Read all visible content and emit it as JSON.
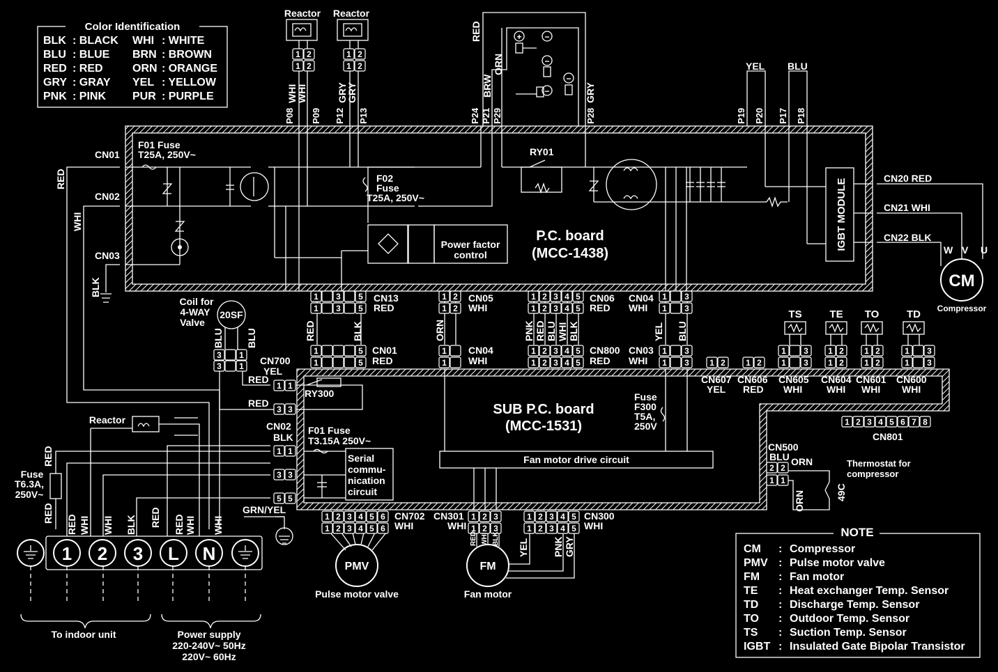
{
  "legend": {
    "title": "Color Identification",
    "rows": [
      [
        "BLK",
        ": BLACK",
        "WHI",
        ": WHITE"
      ],
      [
        "BLU",
        ": BLUE",
        "BRN",
        ": BROWN"
      ],
      [
        "RED",
        ": RED",
        "ORN",
        ": ORANGE"
      ],
      [
        "GRY",
        ": GRAY",
        "YEL",
        ": YELLOW"
      ],
      [
        "PNK",
        ": PINK",
        "PUR",
        ": PURPLE"
      ]
    ]
  },
  "main_board": {
    "title": "P.C. board",
    "model": "(MCC-1438)"
  },
  "sub_board": {
    "title": "SUB P.C. board",
    "model": "(MCC-1531)"
  },
  "reactors": {
    "a": "Reactor",
    "b": "Reactor",
    "c": "Reactor"
  },
  "labels": {
    "f01": "F01 Fuse",
    "f01_rating": "T25A, 250V~",
    "f02": "F02",
    "f02_b": "Fuse",
    "f02_rating": "T25A, 250V~",
    "ry01": "RY01",
    "pfc": "Power factor",
    "pfc_b": "control",
    "igbt": "IGBT MODULE",
    "cn20": "CN20 RED",
    "cn21": "CN21 WHI",
    "cn22": "CN22 BLK",
    "cm": "CM",
    "compressor": "Compressor",
    "coil": "Coil for",
    "coil_b": "4-WAY",
    "coil_c": "Valve",
    "sf": "20SF",
    "ry300": "RY300",
    "sub_f01": "F01 Fuse",
    "sub_f01_rating": "T3.15A 250V~",
    "serial": "Serial",
    "serial_b": "commu-",
    "serial_c": "nication",
    "serial_d": "circuit",
    "fuse_f300": "Fuse",
    "fuse_f300_b": "F300",
    "fuse_f300_c": "T5A,",
    "fuse_f300_d": "250V",
    "fan_drive": "Fan motor drive circuit",
    "fuse_t63": "Fuse",
    "fuse_t63_b": "T6.3A,",
    "fuse_t63_c": "250V~",
    "grn": "GRN/YEL",
    "pmv": "PMV",
    "pmv_name": "Pulse motor valve",
    "fm": "FM",
    "fm_name": "Fan motor",
    "thermo": "Thermostat for",
    "thermo_b": "compressor",
    "c49": "49C",
    "indoor": "To indoor unit",
    "power": "Power supply",
    "power_b": "220-240V~ 50Hz",
    "power_c": "220V~ 60Hz",
    "cn01": "CN01",
    "cn02": "CN02",
    "cn03": "CN03",
    "cn801": "CN801",
    "cn500": "CN500",
    "cn500_b": "BLU",
    "cn700": "CN700",
    "cn700_b": "YEL",
    "sub_cn02": "CN02",
    "sub_cn02_b": "BLK"
  },
  "terminals": [
    "1",
    "2",
    "3",
    "L",
    "N"
  ],
  "wire_colors": {
    "red": "RED",
    "whi": "WHI",
    "blk": "BLK",
    "gry": "GRY",
    "orn": "ORN",
    "yel": "YEL",
    "blu": "BLU",
    "brw": "BRW",
    "pnk": "PNK"
  },
  "pins": {
    "p08": "P08",
    "p09": "P09",
    "p12": "P12",
    "p13": "P13",
    "p24": "P24",
    "p21": "P21",
    "p29": "P29",
    "p28": "P28",
    "p19": "P19",
    "p20": "P20",
    "p17": "P17",
    "p18": "P18"
  },
  "connectors": {
    "cn13": "CN13",
    "cn13_c": "RED",
    "cn05": "CN05",
    "cn05_c": "WHI",
    "cn06": "CN06",
    "cn06_c": "RED",
    "cn04": "CN04",
    "cn04_c": "WHI",
    "scn01": "CN01",
    "scn01_c": "RED",
    "scn04": "CN04",
    "scn04_c": "WHI",
    "cn800": "CN800",
    "cn800_c": "RED",
    "cn03": "CN03",
    "cn03_c": "WHI",
    "cn607": "CN607",
    "cn607_c": "YEL",
    "cn606": "CN606",
    "cn606_c": "RED",
    "cn605": "CN605",
    "cn605_c": "WHI",
    "cn604": "CN604",
    "cn604_c": "WHI",
    "cn601": "CN601",
    "cn601_c": "WHI",
    "cn600": "CN600",
    "cn600_c": "WHI",
    "cn702": "CN702",
    "cn702_c": "WHI",
    "cn301": "CN301",
    "cn301_c": "WHI",
    "cn300": "CN300",
    "cn300_c": "WHI"
  },
  "sensors": [
    "TS",
    "TE",
    "TO",
    "TD"
  ],
  "uvw": [
    "W",
    "V",
    "U"
  ],
  "note": {
    "title": "NOTE",
    "rows": [
      [
        "CM",
        ":",
        "Compressor"
      ],
      [
        "PMV",
        ":",
        "Pulse motor valve"
      ],
      [
        "FM",
        ":",
        "Fan motor"
      ],
      [
        "TE",
        ":",
        "Heat exchanger Temp. Sensor"
      ],
      [
        "TD",
        ":",
        "Discharge Temp. Sensor"
      ],
      [
        "TO",
        ":",
        "Outdoor Temp. Sensor"
      ],
      [
        "TS",
        ":",
        "Suction Temp. Sensor"
      ],
      [
        "IGBT",
        ":",
        "Insulated Gate Bipolar Transistor"
      ]
    ]
  }
}
